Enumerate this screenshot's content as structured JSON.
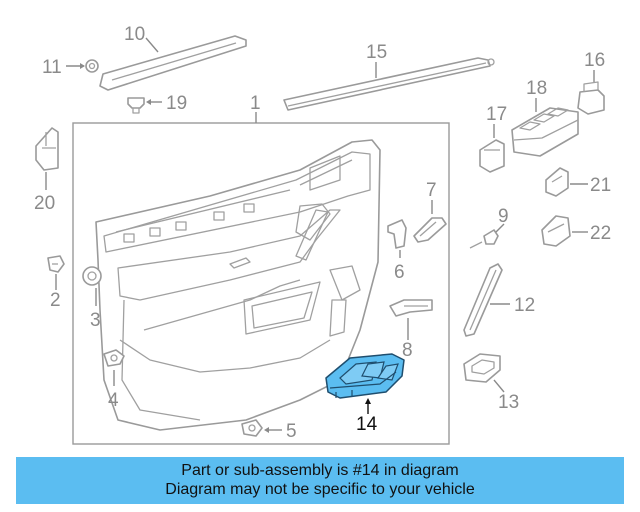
{
  "diagram": {
    "highlight_color": "#5bbdf1",
    "callouts": [
      {
        "number": "1",
        "part": "door-trim-panel"
      },
      {
        "number": "2",
        "part": "clip"
      },
      {
        "number": "3",
        "part": "grommet"
      },
      {
        "number": "4",
        "part": "push-pin-clip"
      },
      {
        "number": "5",
        "part": "retainer-clip"
      },
      {
        "number": "6",
        "part": "bracket"
      },
      {
        "number": "7",
        "part": "handle-cover"
      },
      {
        "number": "8",
        "part": "pull-handle-bracket"
      },
      {
        "number": "9",
        "part": "screw"
      },
      {
        "number": "10",
        "part": "trim-molding"
      },
      {
        "number": "11",
        "part": "plug"
      },
      {
        "number": "12",
        "part": "trim-strip"
      },
      {
        "number": "13",
        "part": "switch-bezel"
      },
      {
        "number": "14",
        "part": "window-switch-bezel",
        "highlighted": true
      },
      {
        "number": "15",
        "part": "belt-weatherstrip"
      },
      {
        "number": "16",
        "part": "mirror-switch"
      },
      {
        "number": "17",
        "part": "lock-switch"
      },
      {
        "number": "18",
        "part": "master-window-switch"
      },
      {
        "number": "19",
        "part": "clip-fastener"
      },
      {
        "number": "20",
        "part": "courtesy-lamp"
      },
      {
        "number": "21",
        "part": "switch-connector"
      },
      {
        "number": "22",
        "part": "lock-switch-2"
      }
    ]
  },
  "banner": {
    "line1": "Part or sub-assembly is #14 in diagram",
    "line2": "Diagram may not be specific to your vehicle"
  }
}
